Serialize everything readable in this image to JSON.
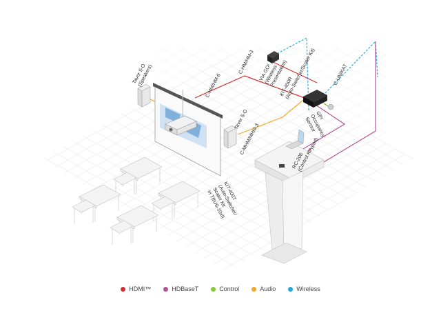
{
  "labels": {
    "tavor_speakers": [
      "Tavor 5-O",
      "(Speakers)"
    ],
    "c_hm_hm_3": "C-HM/HM-3",
    "via_go": [
      "VIA GO²",
      "(Wireless",
      "Presentation)"
    ],
    "kit_400r": [
      "KIT-400R",
      "(Auto-Switcher/Scaler Kit)"
    ],
    "c_hm_hm_6": "C-HM/HM-6",
    "c_unikat": "C-UNIKAT",
    "tavor_50": "Tavor 5-O",
    "gpi_sensor": [
      "GPI",
      "Occupancy",
      "Sensor"
    ],
    "c_mhm_mhm_3": "C-MHM/MHM-3",
    "rc_206": [
      "RC-206",
      "(Control Keypad)"
    ],
    "kit_400t": [
      "KIT-400T",
      "(Auto-Switcher/",
      "Scaler Kit",
      "in TBUS-10xl)"
    ]
  },
  "legend": [
    {
      "label": "HDMI™",
      "color": "#d32f2f"
    },
    {
      "label": "HDBaseT",
      "color": "#b5529b"
    },
    {
      "label": "Control",
      "color": "#8cc63f"
    },
    {
      "label": "Audio",
      "color": "#f5a623"
    },
    {
      "label": "Wireless",
      "color": "#29a8d8"
    }
  ],
  "colors": {
    "hdmi": "#d32f2f",
    "hdbaset": "#b5529b",
    "control": "#8cc63f",
    "audio": "#f5a623",
    "wireless": "#29a8d8"
  }
}
